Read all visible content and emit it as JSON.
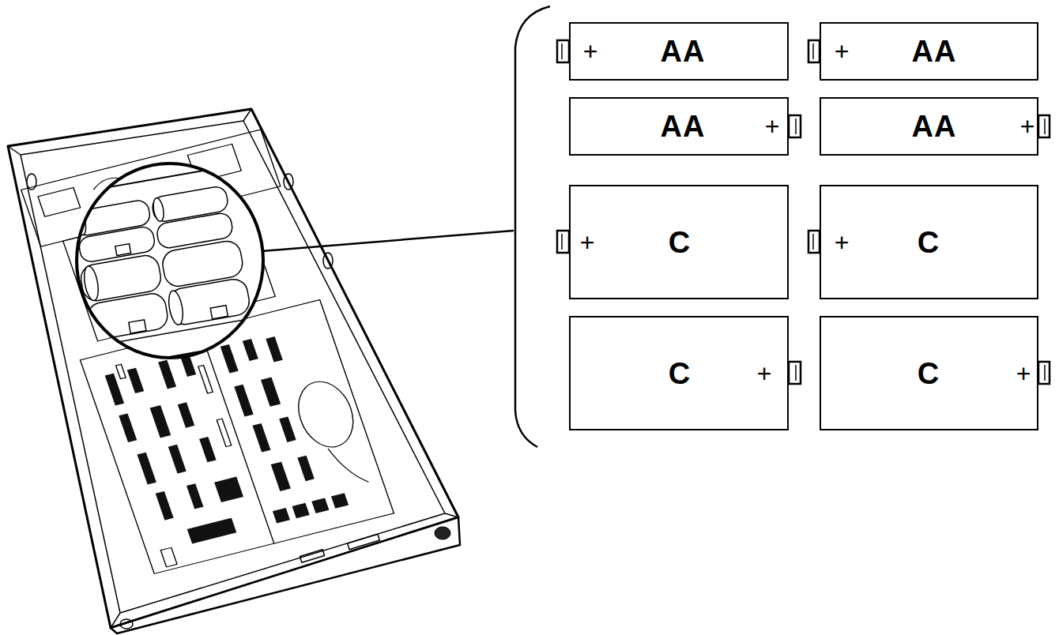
{
  "diagram": {
    "nodes": [
      {
        "text": [
          "+",
          "AA"
        ]
      },
      {
        "text": [
          "+",
          "AA"
        ]
      },
      {
        "text": [
          "AA",
          "+"
        ]
      },
      {
        "text": [
          "AA",
          "+"
        ]
      },
      {
        "text": [
          "+",
          "C"
        ]
      },
      {
        "text": [
          "+",
          "C"
        ]
      },
      {
        "text": [
          "C",
          "+"
        ]
      },
      {
        "text": [
          "C",
          "+"
        ]
      }
    ]
  }
}
